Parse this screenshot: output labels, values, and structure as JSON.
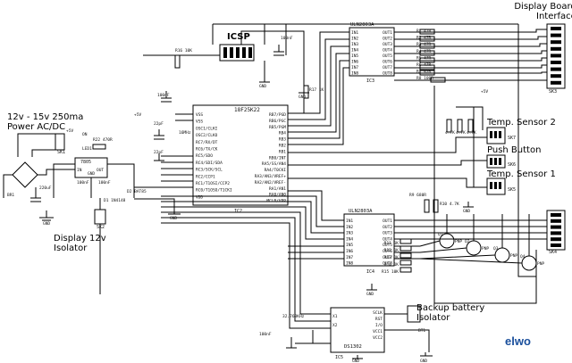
{
  "labels": {
    "display_interface": [
      "Display Board",
      "Interface"
    ],
    "power": [
      "12v - 15v 250ma",
      "Power AC/DC"
    ],
    "display_isolator": [
      "Display 12v",
      "Isolator"
    ],
    "backup_battery": [
      "Backup battery",
      "Isolator"
    ],
    "temp_sensor_2": "Temp. Sensor 2",
    "push_button": "Push Button",
    "temp_sensor_1": "Temp. Sensor 1",
    "icsp": "ICSP"
  },
  "chips": {
    "mcu": {
      "name": "18F25K22",
      "ref": "IC2",
      "left_pins": [
        "VSS",
        "VSS",
        "OSC1/CLKI",
        "OSC2/CLKO",
        "RC7/RX/DT",
        "RC6/TX/CK",
        "RC5/SDO",
        "RC4/SDI/SDA",
        "RC3/SCK/SCL",
        "RC2/CCP1",
        "RC1/T1OSI/CCP2",
        "RC0/T1OSO/T1CKI",
        "VDD"
      ],
      "right_pins": [
        "RB7/PGD",
        "RB6/PGC",
        "RB5/PGM",
        "RB4",
        "RB3",
        "RB2",
        "RB1",
        "RB0/INT",
        "RA5/SS/AN4",
        "RA4/T0CKI",
        "RA3/AN3/VREF+",
        "RA2/AN2/VREF-",
        "RA1/AN1",
        "RA0/AN0",
        "MCLR/VPP"
      ]
    },
    "drv_top": {
      "name": "ULN2803A",
      "ref": "IC3",
      "in_pins": [
        "IN1",
        "IN2",
        "IN3",
        "IN4",
        "IN5",
        "IN6",
        "IN7",
        "IN8"
      ],
      "out_pins": [
        "OUT1",
        "OUT2",
        "OUT3",
        "OUT4",
        "OUT5",
        "OUT6",
        "OUT7",
        "OUT8"
      ]
    },
    "drv_bot": {
      "name": "ULN2803A",
      "ref": "IC4",
      "in_pins": [
        "IN1",
        "IN2",
        "IN3",
        "IN4",
        "IN5",
        "IN6",
        "IN7",
        "IN8"
      ],
      "out_pins": [
        "OUT1",
        "OUT2",
        "OUT3",
        "OUT4",
        "OUT5",
        "OUT6",
        "OUT7",
        "OUT8"
      ]
    },
    "rtc": {
      "name": "DS1302",
      "ref": "IC5",
      "left_pins": [
        "X1",
        "X2"
      ],
      "right_pins": [
        "SCLK",
        "RST",
        "I/O",
        "VCC1",
        "VCC2"
      ]
    },
    "reg": {
      "name": "7805",
      "pins": [
        "IN",
        "GND",
        "OUT"
      ]
    }
  },
  "components": {
    "r_top": [
      "R1 47R",
      "R2 47R",
      "R3 47R",
      "R4 47R",
      "R5 47R",
      "R6 47R",
      "R7 47R",
      "R8 100R"
    ],
    "r_bot": [
      "R11 1K",
      "R12 1K",
      "R13 1K",
      "R14 1K",
      "R15 10K"
    ],
    "transistors": [
      "Q1",
      "Q2",
      "Q3",
      "Q4"
    ],
    "transistor_type": "PNP",
    "caps": {
      "c1": "220uF",
      "c2": "100nF",
      "c3": "100nF",
      "c4": "100nF",
      "c5": "22pF",
      "c6": "100nF",
      "c7": "100nF",
      "c8": "22pF"
    },
    "misc": {
      "r22": "R22 470R",
      "r9": "R9 680R",
      "r10": "R10 4.7K",
      "r16": "R16 10K",
      "r17": "R17 1K",
      "d1": "D1 1N4148",
      "d2": "D2 BAT85",
      "led": "LED1",
      "on": "ON",
      "xtal": "16MHz",
      "x2": "32.768KHz",
      "bt1": "BT1",
      "br1": "BR1",
      "plus5": "+5V",
      "r_sens": [
        "4.7K",
        "4.7K",
        "4.7K"
      ]
    }
  },
  "connectors": [
    "SK1",
    "SK2",
    "SK3",
    "SK4",
    "SK5",
    "SK6",
    "SK7"
  ],
  "gnd": "GND",
  "watermark": "elwo"
}
